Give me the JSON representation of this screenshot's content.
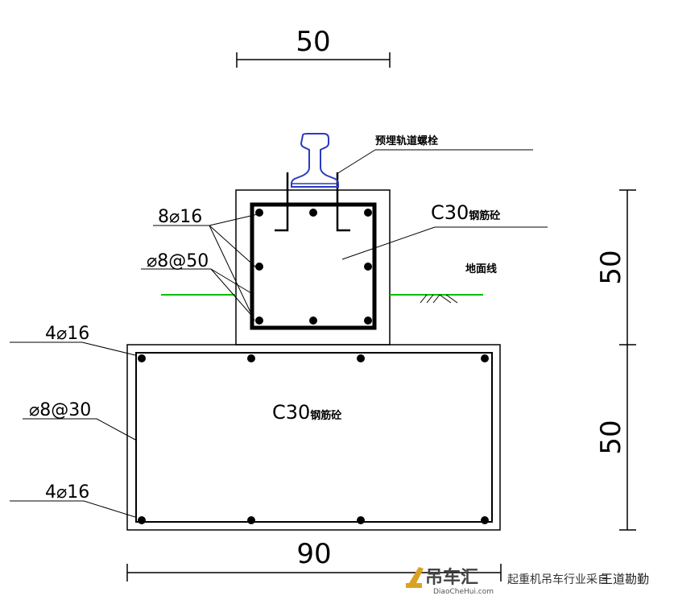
{
  "dimensions": {
    "top_width": "50",
    "right_upper": "50",
    "right_lower": "50",
    "bottom_width": "90"
  },
  "upper_beam": {
    "top_bars": "8⌀16",
    "stirrups": "⌀8@50",
    "concrete_label": "C30",
    "concrete_suffix": "钢筋砼",
    "rail_label": "预埋轨道螺栓",
    "ground_label": "地面线"
  },
  "lower_footing": {
    "top_bars": "4⌀16",
    "stirrups": "⌀8@30",
    "bottom_bars": "4⌀16",
    "concrete_label": "C30",
    "concrete_suffix": "钢筋砼"
  },
  "watermark": {
    "brand": "吊车汇",
    "site": "DiaoCheHui.com",
    "tag": "起重机吊车行业采自",
    "author": "王道勘勤"
  },
  "colors": {
    "rail": "#2b3bbf",
    "ground": "#00c000",
    "lines": "#000000"
  }
}
